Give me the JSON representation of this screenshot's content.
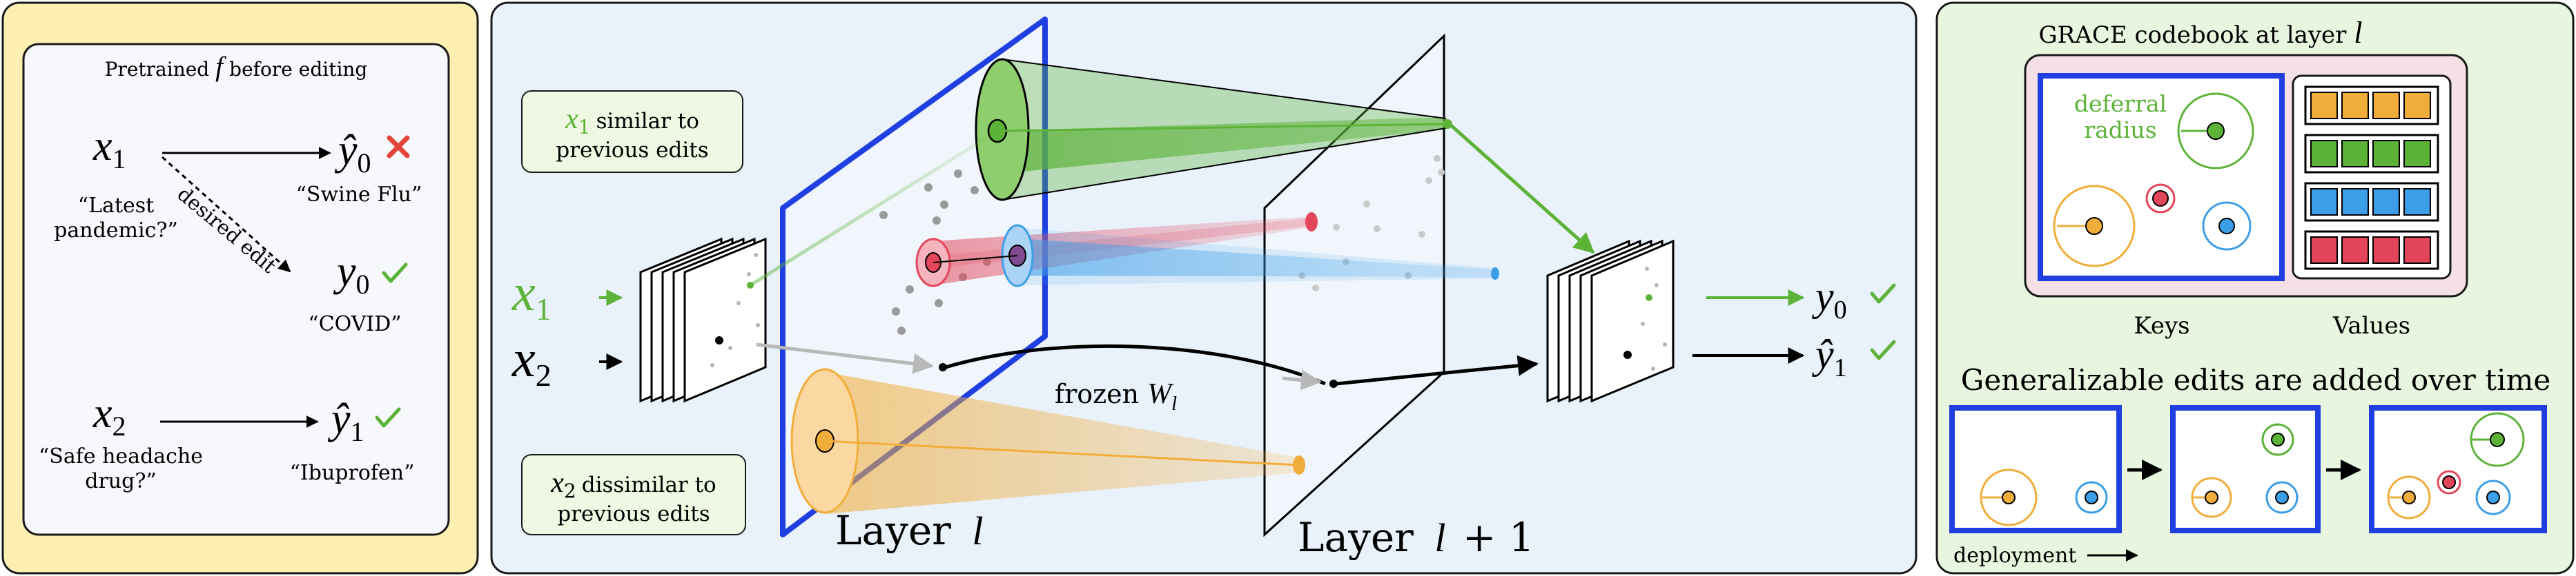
{
  "left_panel": {
    "heading_prefix": "Pretrained",
    "heading_var": "f",
    "heading_suffix": "before editing",
    "x1": "x",
    "x1_sub": "1",
    "x1_quote_line1": "“Latest",
    "x1_quote_line2": "pandemic?”",
    "yhat0": "ŷ",
    "yhat0_sub": "0",
    "yhat0_quote": "“Swine Flu”",
    "desired_edit": "desired edit",
    "y0": "y",
    "y0_sub": "0",
    "y0_quote": "“COVID”",
    "x2": "x",
    "x2_sub": "2",
    "x2_quote_line1": "“Safe headache",
    "x2_quote_line2": "drug?”",
    "yhat1": "ŷ",
    "yhat1_sub": "1",
    "yhat1_quote": "“Ibuprofen”"
  },
  "middle_panel": {
    "sim_var": "x",
    "sim_sub": "1",
    "sim_line1": "similar to",
    "sim_line2": "previous edits",
    "dis_var": "x",
    "dis_sub": "2",
    "dis_line1": "dissimilar to",
    "dis_line2": "previous edits",
    "in_x1": "x",
    "in_x1_sub": "1",
    "in_x2": "x",
    "in_x2_sub": "2",
    "frozen_text": "frozen",
    "frozen_var": "W",
    "frozen_sub": "l",
    "layer_l_text": "Layer",
    "layer_l_var": "l",
    "layer_l1_text": "Layer",
    "layer_l1_var": "l",
    "layer_l1_suffix": "+ 1",
    "out_y0": "y",
    "out_y0_sub": "0",
    "out_y1": "ŷ",
    "out_y1_sub": "1"
  },
  "right_panel": {
    "codebook_title": "GRACE codebook at layer",
    "codebook_var": "l",
    "deferral_line1": "deferral",
    "deferral_line2": "radius",
    "keys_label": "Keys",
    "values_label": "Values",
    "generalizable_title": "Generalizable edits are added over time",
    "deployment_label": "deployment"
  },
  "colors": {
    "left_bg": "#fdefb2",
    "middle_bg": "#e9f1fb",
    "right_bg": "#e8f6df",
    "codebook_bg": "#f5e1e5",
    "box_blue": "#1f3fe0",
    "green": "#5cb338",
    "red": "#e3455a",
    "blue": "#3d9ee8",
    "orange": "#f1ad3a",
    "callout_bg": "#eef8e2",
    "cross_red": "#e4453a"
  }
}
